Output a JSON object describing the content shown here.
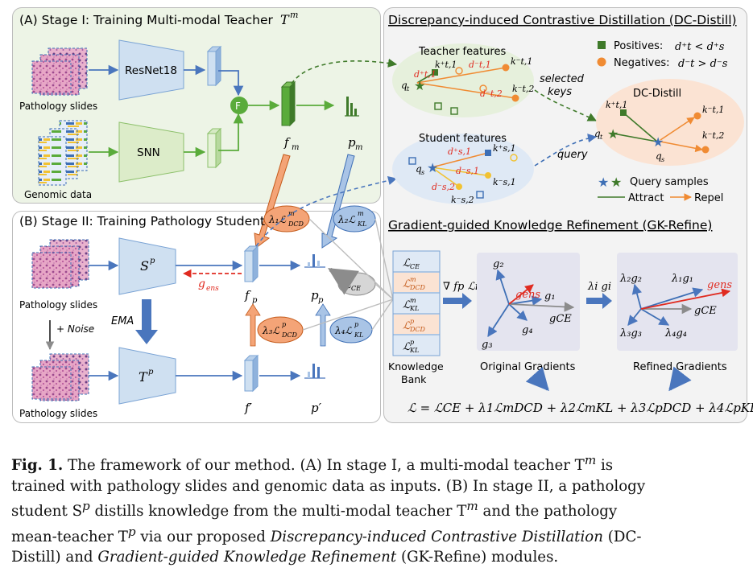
{
  "figure": {
    "stage1_title": "(A) Stage I: Training Multi-modal Teacher",
    "stage1_symbol": "T",
    "stage1_symbol_sup": "m",
    "stage2_title": "(B) Stage II: Training Pathology Student",
    "dc_title": "Discrepancy-induced Contrastive Distillation (DC-Distill)",
    "gk_title": "Gradient-guided Knowledge Refinement (GK-Refine)",
    "labels": {
      "pathology_slides": "Pathology slides",
      "genomic_data": "Genomic data",
      "resnet": "ResNet18",
      "snn": "SNN",
      "fusion": "F",
      "f_m": "f",
      "f_m_sub": "m",
      "p_m": "p",
      "p_m_sub": "m",
      "student": "S",
      "student_sup": "p",
      "teacher_p": "T",
      "teacher_p_sup": "p",
      "ema": "EMA",
      "noise": "+ Noise",
      "g_ens": "g",
      "g_ens_sub": "ens",
      "f_p": "f",
      "f_p_sub": "p",
      "p_p": "p",
      "p_p_sub": "p",
      "f_p_prime": "f′",
      "p_p_prime": "p′",
      "l_ce": "ℒ",
      "l_ce_sub": "CE",
      "knowledge_bank": "Knowledge",
      "knowledge_bank_2": "Bank",
      "grad_op": "∇",
      "original_gradients": "Original Gradients",
      "refined_gradients": "Refined Gradients",
      "lambda_g": "λ",
      "teacher_features": "Teacher features",
      "student_features": "Student features",
      "selected_keys_1": "selected",
      "selected_keys_2": "keys",
      "query": "query",
      "dc_distill": "DC-Distill",
      "positives": "Positives:",
      "negatives": "Negatives:",
      "query_samples": "Query samples",
      "attract": "Attract",
      "repel": "Repel"
    },
    "loss_equation": "ℒ = ℒCE + λ1ℒmDCD + λ2ℒmKL + λ3ℒpDCD + λ4ℒpKL",
    "colors": {
      "stage1_bg": "#edf4e6",
      "dc_bg": "#fbe3d3",
      "teacher_feat_bg": "#e6f0dc",
      "student_feat_bg": "#dfe9f5",
      "green": "#4c9a2a",
      "orange": "#f08b33",
      "blue": "#3e6fb5",
      "red": "#e02b20",
      "gray": "#8c8c8c"
    }
  },
  "caption": {
    "label": "Fig. 1.",
    "line1": "The framework of our method. (A) In stage I, a multi-modal teacher T",
    "line2": "trained with pathology slides and genomic data as inputs. (B) In stage II, a pathology",
    "line3": "student S",
    "line3b": "distills knowledge from the multi-modal teacher T",
    "line3c": "and the pathology",
    "line4": "mean-teacher T",
    "line4b": "via our proposed",
    "dc_name": "Discrepancy-induced Contrastive Distillation",
    "dc_abbr": "(DC-",
    "line5a": "Distill) and",
    "gk_name": "Gradient-guided Knowledge Refinement",
    "line5b": "(GK-Refine) modules.",
    "sup_m": "m",
    "sup_p": "p",
    "is_word": "is"
  }
}
